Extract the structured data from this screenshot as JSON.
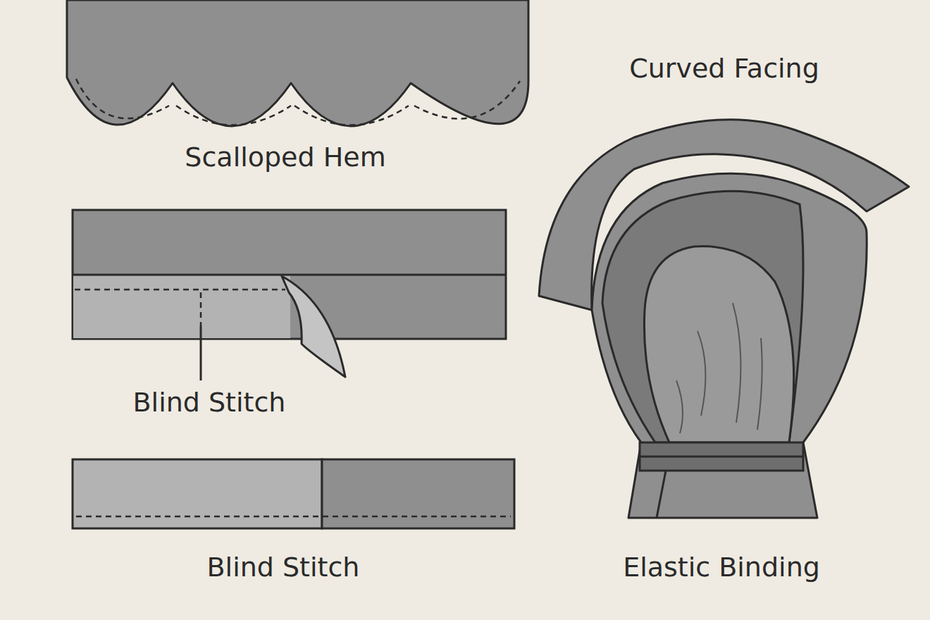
{
  "diagram": {
    "labels": [
      "Scalloped Hem",
      "Curved Facing",
      "Blind Stitch",
      "Blind Stitch",
      "Elastic Binding"
    ]
  }
}
